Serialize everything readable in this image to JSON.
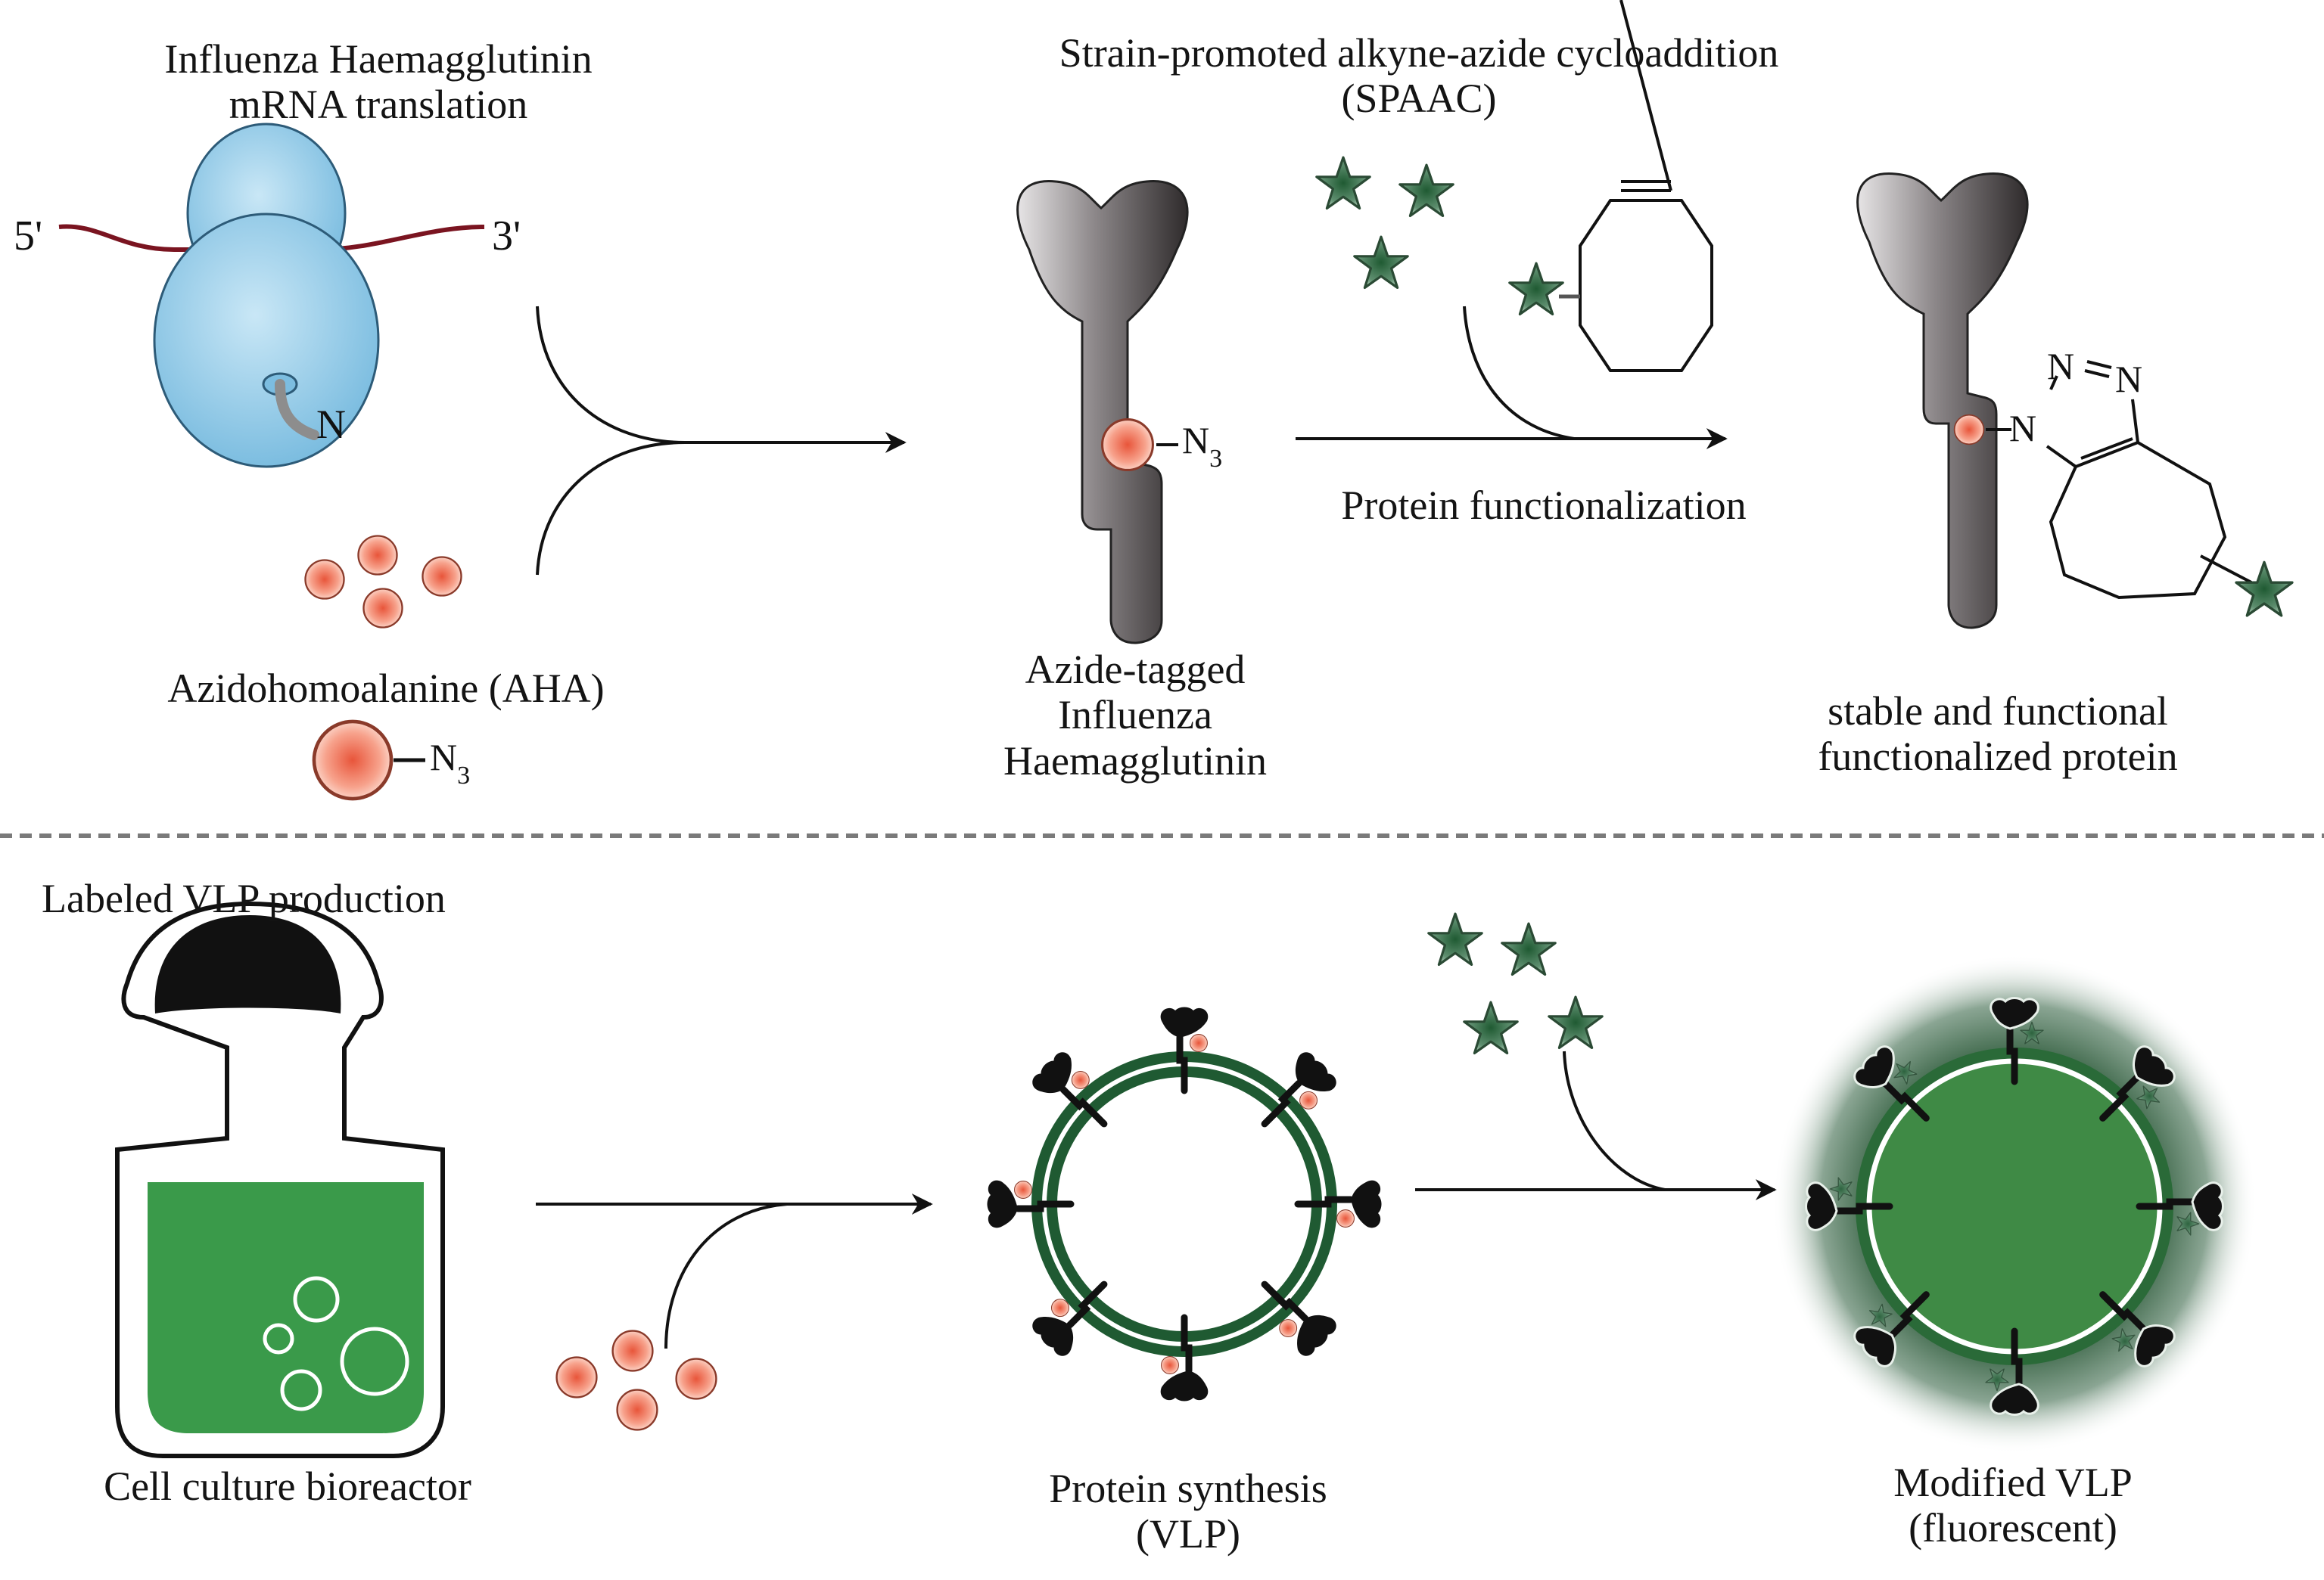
{
  "figure": {
    "top_panel": {
      "translation_title_line1": "Influenza Haemagglutinin",
      "translation_title_line2": "mRNA translation",
      "mrna_five_prime": "5'",
      "mrna_three_prime": "3'",
      "n_terminus": "N",
      "aha_label": "Azidohomoalanine (AHA)",
      "azide_group": "N",
      "azide_subscript": "3",
      "azide_tagged_line1": "Azide-tagged",
      "azide_tagged_line2": "Influenza",
      "azide_tagged_line3": "Haemagglutinin",
      "spaac_title_line1": "Strain-promoted alkyne-azide cycloaddition",
      "spaac_title_line2": "(SPAAC)",
      "reaction_label": "Protein functionalization",
      "triazole_atoms": [
        "N",
        "N",
        "N"
      ],
      "product_line1": "stable and functional",
      "product_line2": "functionalized protein"
    },
    "bottom_panel": {
      "section_title": "Labeled VLP production",
      "bioreactor_label": "Cell culture bioreactor",
      "vlp_label_line1": "Protein synthesis",
      "vlp_label_line2": "(VLP)",
      "modified_label_line1": "Modified VLP",
      "modified_label_line2": "(fluorescent)"
    },
    "colors": {
      "ribosome": "#8fcbe8",
      "mrna": "#7a1420",
      "aha_bead": "#ef7a5c",
      "protein_grey": "#6e6a6c",
      "fluorophore_star": "#4a7a5a",
      "culture_green": "#3a9a4a",
      "vlp_membrane": "#1f5a32",
      "fluorescent_core": "#3f8a45"
    }
  }
}
